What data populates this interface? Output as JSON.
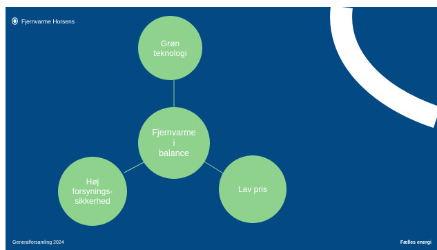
{
  "brand": {
    "name": "Fjernvarme Horsens",
    "icon": "fjernvarme-logo-icon"
  },
  "diagram": {
    "center": "Fjernvarme\ni\nbalance",
    "nodes": [
      {
        "id": "top",
        "label": "Grøn\nteknologi"
      },
      {
        "id": "left",
        "label": "Høj\nforsynings-\nsikkerhed"
      },
      {
        "id": "right",
        "label": "Lav pris"
      }
    ]
  },
  "footer": {
    "left": "Generalforsamling 2024",
    "right": "Fælles energi"
  },
  "colors": {
    "background": "#034A84",
    "node_fill": "#8ED28E",
    "connector": "#8ED28E",
    "text": "#ffffff",
    "decoration": "#ffffff"
  }
}
